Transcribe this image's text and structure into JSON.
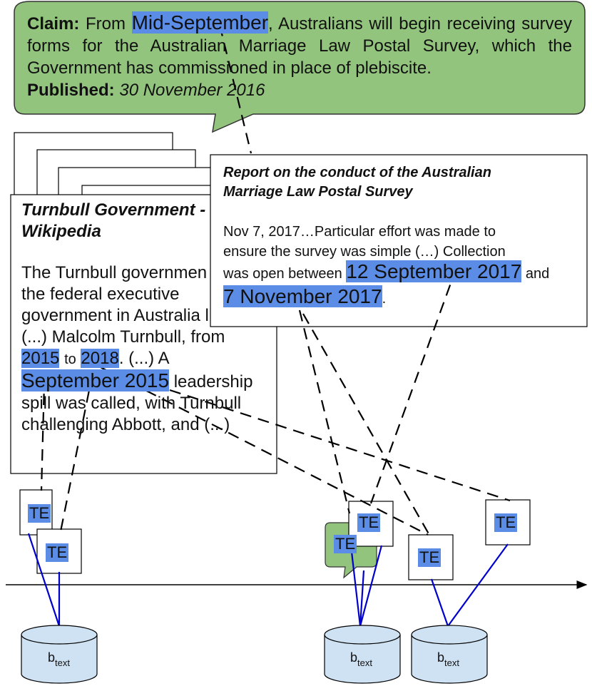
{
  "claim": {
    "claim_label": "Claim:",
    "text_before": "From",
    "highlight": "Mid-September",
    "text_after": ", Australians will begin receiving survey forms for the Australian Marriage Law Postal Survey, which the Government has commissioned in place of plebiscite.",
    "published_label": "Published:",
    "published_date": "30 November 2016"
  },
  "wiki_doc": {
    "title_line1": "Turnbull Government -",
    "title_line2": "Wikipedia",
    "line1": "The Turnbull governmen",
    "line2": "the federal executive",
    "line3": "government in Australia l",
    "line4": "(...) Malcolm Turnbull, from",
    "hl_2015": "2015",
    "to": "to",
    "hl_2018": "2018",
    "after_2018": ". (...) A",
    "hl_sept2015": "September 2015",
    "after_sept": " leadership",
    "line7": "spill was called, with Turnbull",
    "line8": "challenging Abbott, and (...)"
  },
  "report_doc": {
    "title_line1": "Report on the conduct of the Australian",
    "title_line2": "Marriage Law Postal Survey",
    "line1": "Nov 7, 2017…Particular effort was made to",
    "line2": "ensure the survey was simple (…) Collection",
    "line3_before": "was open between ",
    "hl_sep2017": "12 September 2017",
    "line3_after": " and",
    "hl_nov2017": "7 November 2017",
    "line4_after": "."
  },
  "te_label": "TE",
  "btext": {
    "base": "b",
    "sub": "text"
  },
  "colors": {
    "claim_fill": "#93c47d",
    "highlight": "#5b8ce6",
    "db_fill": "#cfe2f3",
    "blue_line": "#0000cc"
  }
}
